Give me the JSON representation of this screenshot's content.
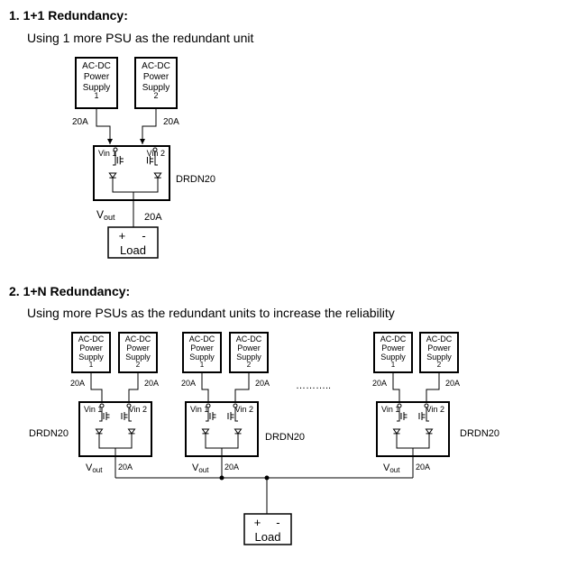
{
  "section1": {
    "heading": "1. 1+1 Redundancy:",
    "description": "Using 1 more PSU as the redundant unit"
  },
  "section2": {
    "heading": "2. 1+N Redundancy:",
    "description": "Using more PSUs as the redundant units to increase the reliability"
  },
  "psu": {
    "line1": "AC-DC",
    "line2": "Power",
    "line3": "Supply",
    "num1": "1",
    "num2": "2"
  },
  "labels": {
    "current": "20A",
    "vin1": "Vin 1",
    "vin2": "Vin 2",
    "vout_v": "V",
    "vout_sub": "out",
    "module": "DRDN20",
    "plus": "+",
    "minus": "-",
    "load": "Load",
    "ellipsis": "……….."
  }
}
